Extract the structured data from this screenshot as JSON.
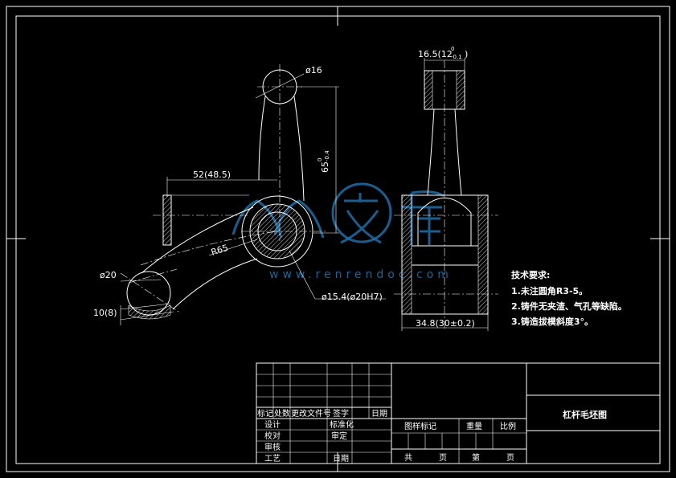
{
  "drawing": {
    "title": "杠杆毛坯图",
    "dimensions": {
      "d16": "ø16",
      "len52": "52(48.5)",
      "h65": "65",
      "h65_tol_top": "0",
      "h65_tol_bot": "-0.4",
      "r65": "R65",
      "d20": "ø20",
      "t10": "10(8)",
      "d15": "ø15.4(ø20H7)",
      "w16": "16.5(12",
      "w16_tol_top": "0",
      "w16_tol_bot": "-0.1",
      "w16_close": ")",
      "w34": "34.8(30±0.2)"
    },
    "notes": {
      "heading": "技术要求:",
      "items": [
        "1.未注圆角R3-5。",
        "2.铸件无夹渣、气孔等缺陷。",
        "3.铸造拔模斜度3°。"
      ]
    },
    "title_block": {
      "rev_headers": [
        "标记",
        "处数",
        "更改文件号",
        "签字",
        "日期"
      ],
      "rows": [
        {
          "role": "设计",
          "mid": "标准化"
        },
        {
          "role": "校对",
          "mid": "审定"
        },
        {
          "role": "审核",
          "mid": ""
        },
        {
          "role": "工艺",
          "mid": "日期"
        }
      ],
      "stage_mark": "图样标记",
      "weight": "重量",
      "scale": "比例",
      "total": "共",
      "sheet_unit": "页",
      "sheet_no": "第",
      "sheet_unit2": "页"
    },
    "watermark": {
      "chars": [
        "人",
        "人",
        "文",
        "库"
      ],
      "url": "www.renrendoc.com",
      "color": "#1e6fa8"
    }
  }
}
